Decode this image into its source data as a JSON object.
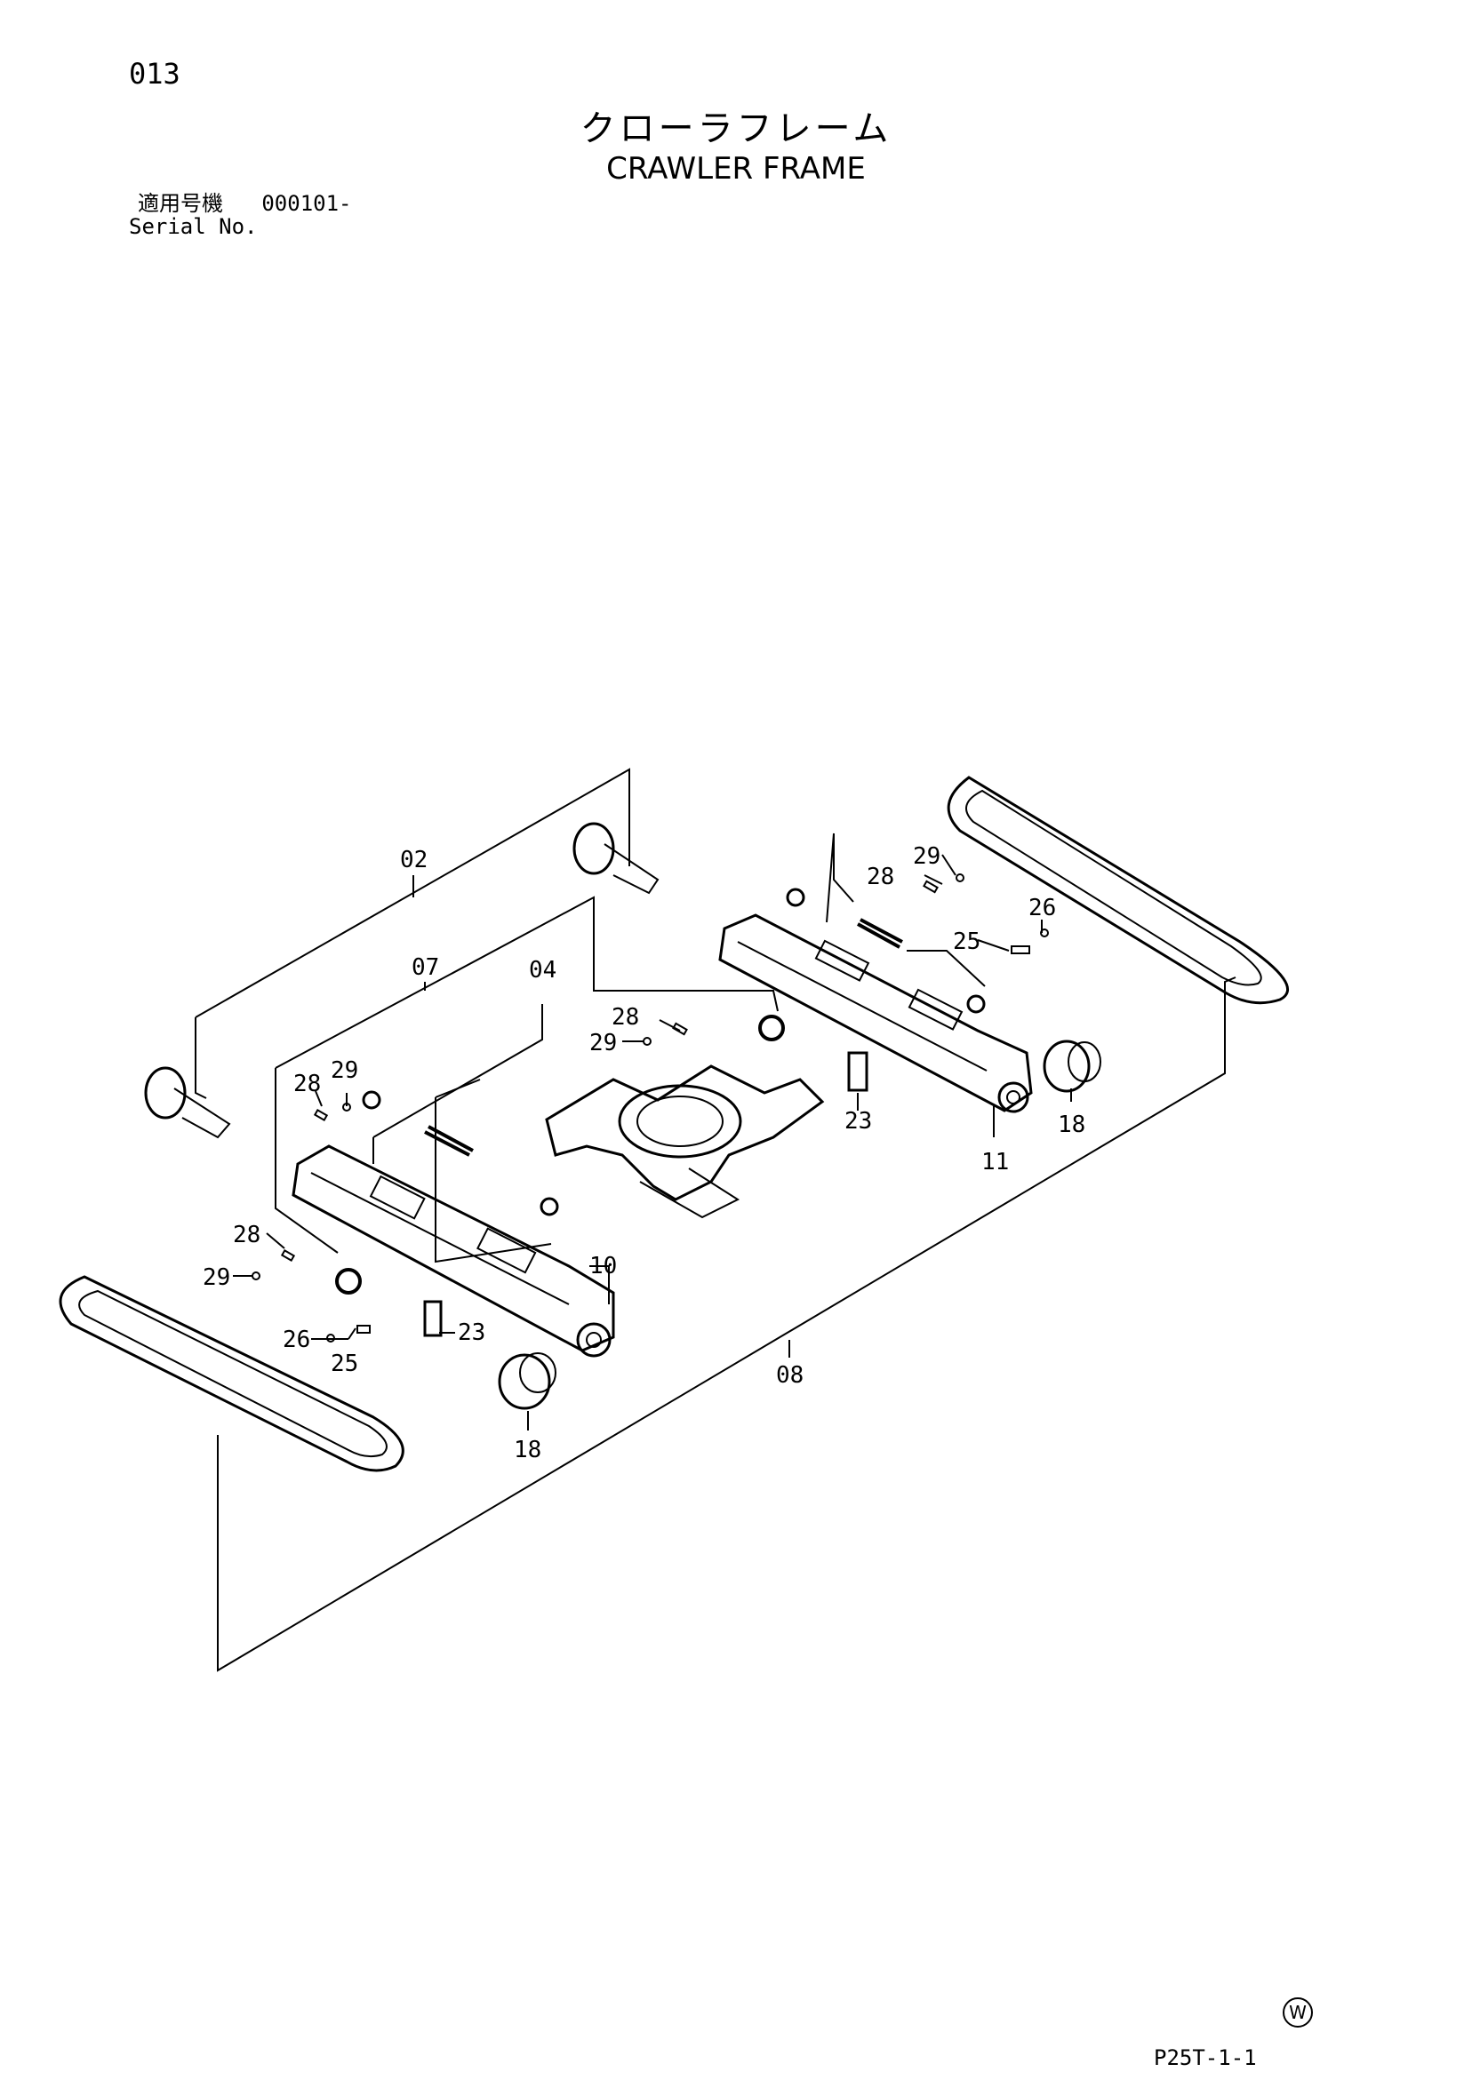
{
  "page_number": "013",
  "title_jp": "クローラフレーム",
  "title_en": "CRAWLER FRAME",
  "serial": {
    "label_jp": "適用号機",
    "value": "000101-",
    "label_en": "Serial No."
  },
  "callouts": {
    "c02": "02",
    "c07": "07",
    "c04": "04",
    "c10": "10",
    "c08": "08",
    "c11": "11",
    "c18a": "18",
    "c18b": "18",
    "c23a": "23",
    "c23b": "23",
    "c25a": "25",
    "c25b": "25",
    "c26a": "26",
    "c26b": "26",
    "c28a": "28",
    "c28b": "28",
    "c28c": "28",
    "c28d": "28",
    "c29a": "29",
    "c29b": "29",
    "c29c": "29",
    "c29d": "29"
  },
  "watermark": "W",
  "plate_id": "P25T-1-1"
}
